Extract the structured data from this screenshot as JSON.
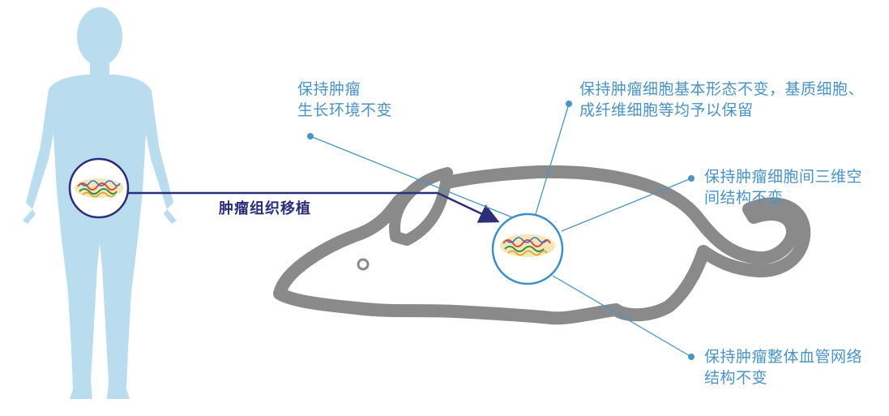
{
  "transplant_label": "肿瘤组织移植",
  "annotations": {
    "environment": [
      "保持肿瘤",
      "生长环境不变"
    ],
    "morphology": [
      "保持肿瘤细胞基本形态不变，基质细胞、",
      "成纤维细胞等均予以保留"
    ],
    "spatial": [
      "保持肿瘤细胞间三维空",
      "间结构不变"
    ],
    "vascular": [
      "保持肿瘤整体血管网络",
      "结构不变"
    ]
  },
  "colors": {
    "human": "#b9dcee",
    "mouse_outline": "#8a8a8a",
    "mouse_fill": "#ffffff",
    "arrow": "#2b2f7a",
    "accent": "#4a93c4",
    "callout_circle": "#3b8fc4"
  }
}
